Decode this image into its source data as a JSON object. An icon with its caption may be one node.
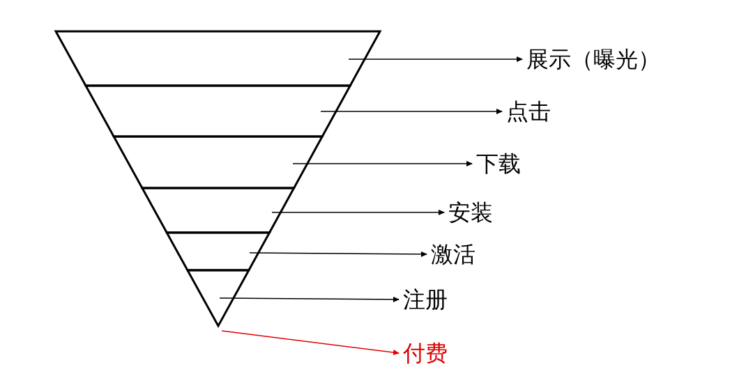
{
  "diagram": {
    "nodes": [
      {
        "text": [],
        "shape": "trapezoid"
      },
      {
        "text": [],
        "shape": "trapezoid"
      },
      {
        "text": [],
        "shape": "trapezoid"
      },
      {
        "text": [],
        "shape": "trapezoid"
      },
      {
        "text": [],
        "shape": "trapezoid"
      },
      {
        "text": [],
        "shape": "triangle"
      },
      {
        "text": [
          "展示（曝光）"
        ]
      },
      {
        "text": [
          "点击"
        ]
      },
      {
        "text": [
          "下载"
        ]
      },
      {
        "text": [
          "安装"
        ]
      },
      {
        "text": [
          "激活"
        ]
      },
      {
        "text": [
          "注册"
        ]
      },
      {
        "text": [
          "付费"
        ]
      }
    ],
    "edges": [
      {
        "from": 0,
        "to": 6,
        "arrow": "to"
      },
      {
        "from": 1,
        "to": 7,
        "arrow": "to"
      },
      {
        "from": 2,
        "to": 8,
        "arrow": "to"
      },
      {
        "from": 3,
        "to": 9,
        "arrow": "to"
      },
      {
        "from": 4,
        "to": 10,
        "arrow": "to"
      },
      {
        "from": 5,
        "to": 11,
        "arrow": "to"
      },
      {
        "from": 5,
        "to": 12,
        "arrow": "to",
        "color": "#e00000"
      }
    ]
  }
}
